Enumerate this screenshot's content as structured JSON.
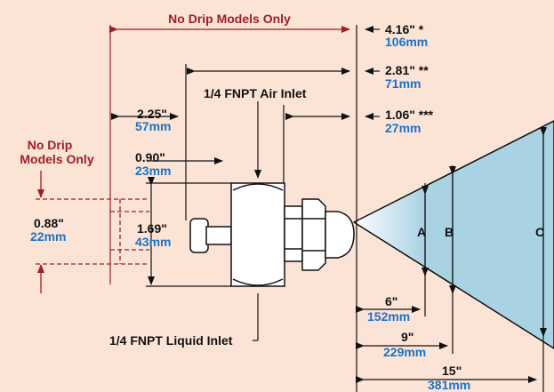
{
  "colors": {
    "background": "#fbe3d6",
    "line": "#111111",
    "metric": "#1a73c8",
    "note": "#a01e24",
    "spray": "#a9d2e3"
  },
  "header": {
    "title": "No Drip Models Only"
  },
  "side_note": {
    "line1": "No Drip",
    "line2": "Models Only"
  },
  "dims": {
    "overall_in": "4.16\" *",
    "overall_mm": "106mm",
    "mid_in": "2.81\" **",
    "mid_mm": "71mm",
    "tip_in": "1.06\" ***",
    "tip_mm": "27mm",
    "body_in": "2.25\"",
    "body_mm": "57mm",
    "cap_in": "0.90\"",
    "cap_mm": "23mm",
    "drip_h_in": "0.88\"",
    "drip_h_mm": "22mm",
    "body_h_in": "1.69\"",
    "body_h_mm": "43mm",
    "d6_in": "6\"",
    "d6_mm": "152mm",
    "d9_in": "9\"",
    "d9_mm": "229mm",
    "d15_in": "15\"",
    "d15_mm": "381mm"
  },
  "ports": {
    "air": "1/4 FNPT Air Inlet",
    "liquid": "1/4 FNPT Liquid Inlet"
  },
  "spray_labels": {
    "a": "A",
    "b": "B",
    "c": "C"
  }
}
